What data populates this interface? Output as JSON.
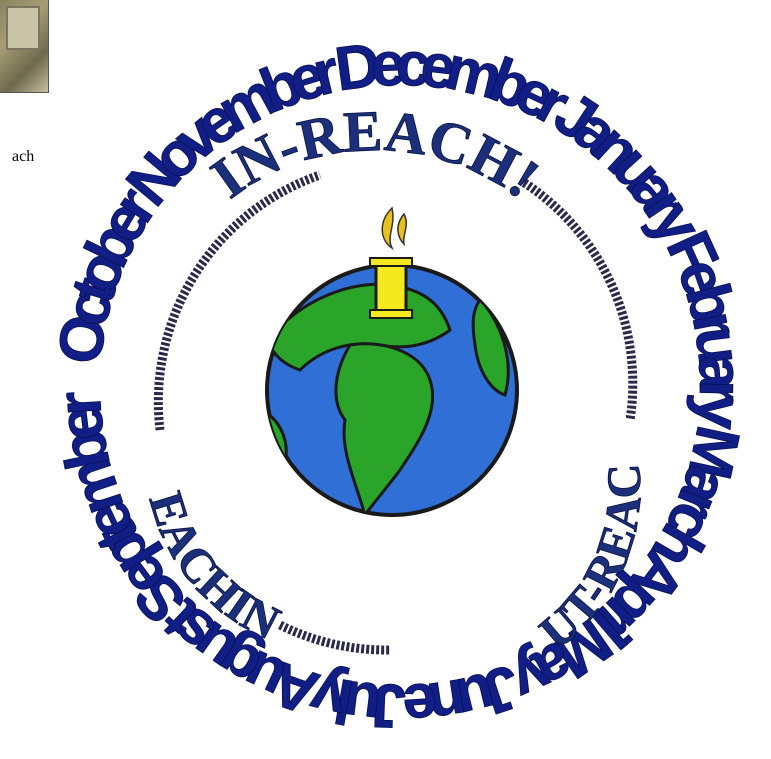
{
  "stray_text": "ach",
  "months": [
    "January",
    "February",
    "March",
    "April",
    "May",
    "June",
    "July",
    "August",
    "September",
    "October",
    "November",
    "December"
  ],
  "banners": {
    "top": "IN-REACH!",
    "right": "OUT-REACH",
    "left": "REACHING"
  },
  "colors": {
    "month_text": "#101e86",
    "ocean": "#2f6fd6",
    "land": "#2aa52a",
    "pillar": "#f4e81e",
    "ring": "#333355"
  }
}
